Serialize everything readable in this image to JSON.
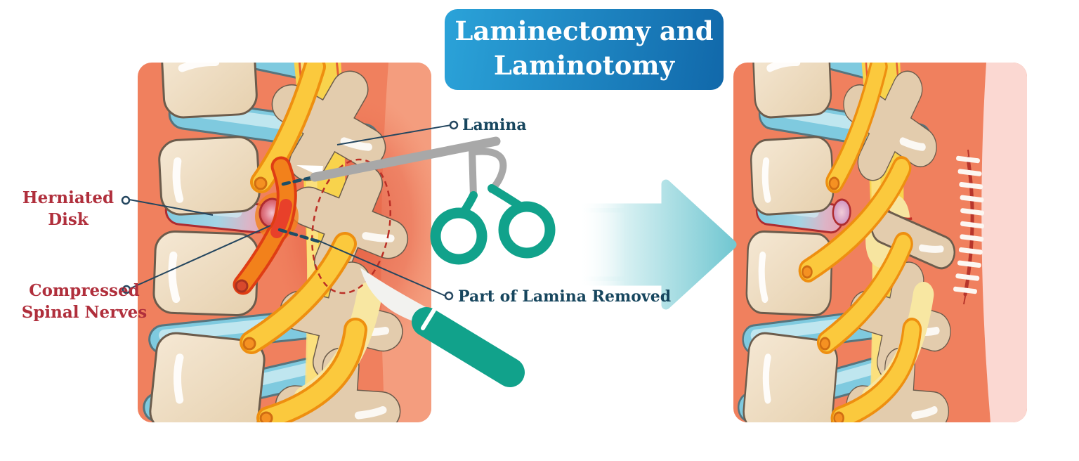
{
  "title": {
    "line1": "Laminectomy and",
    "line2": "Laminotomy"
  },
  "labels": {
    "herniated_disk": "Herniated Disk",
    "compressed_spinal_nerves": "Compressed Spinal Nerves",
    "lamina": "Lamina",
    "part_of_lamina_removed": "Part of Lamina Removed"
  },
  "panels": {
    "before": {
      "name": "spine-with-herniated-disk-before-surgery"
    },
    "after": {
      "name": "spine-after-lamina-removal-with-sutures"
    }
  },
  "icons": {
    "scissors": "surgical-scissors-icon",
    "scalpel": "scalpel-icon",
    "arrow": "transition-arrow-icon"
  },
  "colors": {
    "title_gradient_start": "#2ba3d9",
    "title_gradient_end": "#1168aa",
    "panel_salmon": "#f0805e",
    "panel_salmon_light": "#f49d7e",
    "skin_pink": "#fbd8d2",
    "bone_fill": "#eedcc1",
    "process_fill": "#e3ccad",
    "bone_outline": "#6c5c4c",
    "disk_blue": "#7fcadf",
    "disk_outline": "#56757e",
    "canal_yellow": "#f8d34c",
    "nerve_yellow": "#fbc93d",
    "nerve_outline": "#ee8f10",
    "compressed_orange": "#f2811b",
    "inflamed_red": "#e8402a",
    "herniation_pink": "#e8a2b4",
    "teal_instrument": "#11a28b",
    "steel_gray": "#a8a8a8",
    "label_red": "#b02f3c",
    "label_navy": "#17465e",
    "leader_navy": "#24465f",
    "dashed_red": "#bb2f26",
    "suture_red": "#b7352b",
    "arrow_teal": "#74c8d2"
  }
}
